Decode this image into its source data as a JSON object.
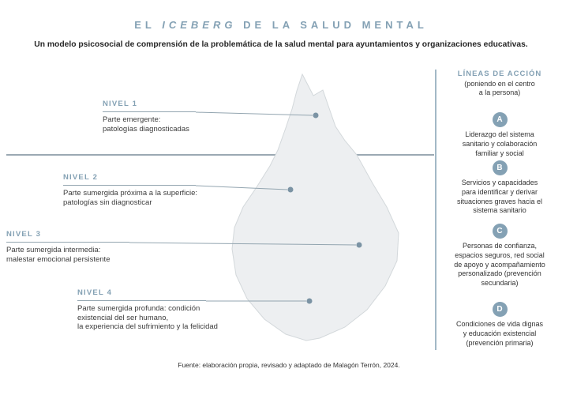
{
  "header": {
    "title_prefix": "EL",
    "title_italic": "ICEBERG",
    "title_suffix": "DE LA SALUD MENTAL",
    "subtitle": "Un modelo psicosocial de comprensión de la problemática de la salud mental para ayuntamientos y organizaciones educativas."
  },
  "levels": [
    {
      "name": "NIVEL 1",
      "text": "Parte emergente:\npatologías diagnosticadas"
    },
    {
      "name": "NIVEL 2",
      "text": "Parte sumergida próxima a la superficie:\npatologías sin diagnosticar"
    },
    {
      "name": "NIVEL 3",
      "text": "Parte sumergida intermedia:\nmalestar emocional persistente"
    },
    {
      "name": "NIVEL 4",
      "text": "Parte sumergida profunda: condición\nexistencial del ser humano,\nla experiencia del sufrimiento y la felicidad"
    }
  ],
  "action_lines": {
    "title": "LÍNEAS DE ACCIÓN",
    "subtitle": "(poniendo en el centro\na la persona)",
    "items": [
      {
        "badge": "A",
        "text": "Liderazgo del sistema\nsanitario y colaboración\nfamiliar y social"
      },
      {
        "badge": "B",
        "text": "Servicios y capacidades\npara identificar y derivar\nsituaciones graves hacia el\nsistema sanitario"
      },
      {
        "badge": "C",
        "text": "Personas de confianza,\nespacios seguros, red social\nde apoyo y acompañamiento\npersonalizado (prevención\nsecundaria)"
      },
      {
        "badge": "D",
        "text": "Condiciones de vida dignas\ny educación existencial\n(prevención primaria)"
      }
    ]
  },
  "footer": {
    "source": "Fuente: elaboración propia, revisado y adaptado de Malagón Terrón, 2024."
  },
  "colors": {
    "accent": "#84a1b4",
    "text": "#3c3c3c",
    "iceberg_fill": "#edeff1",
    "iceberg_stroke": "#d3d8db",
    "water_line": "#9ba9b3",
    "marker_dot": "#7b93a4"
  }
}
